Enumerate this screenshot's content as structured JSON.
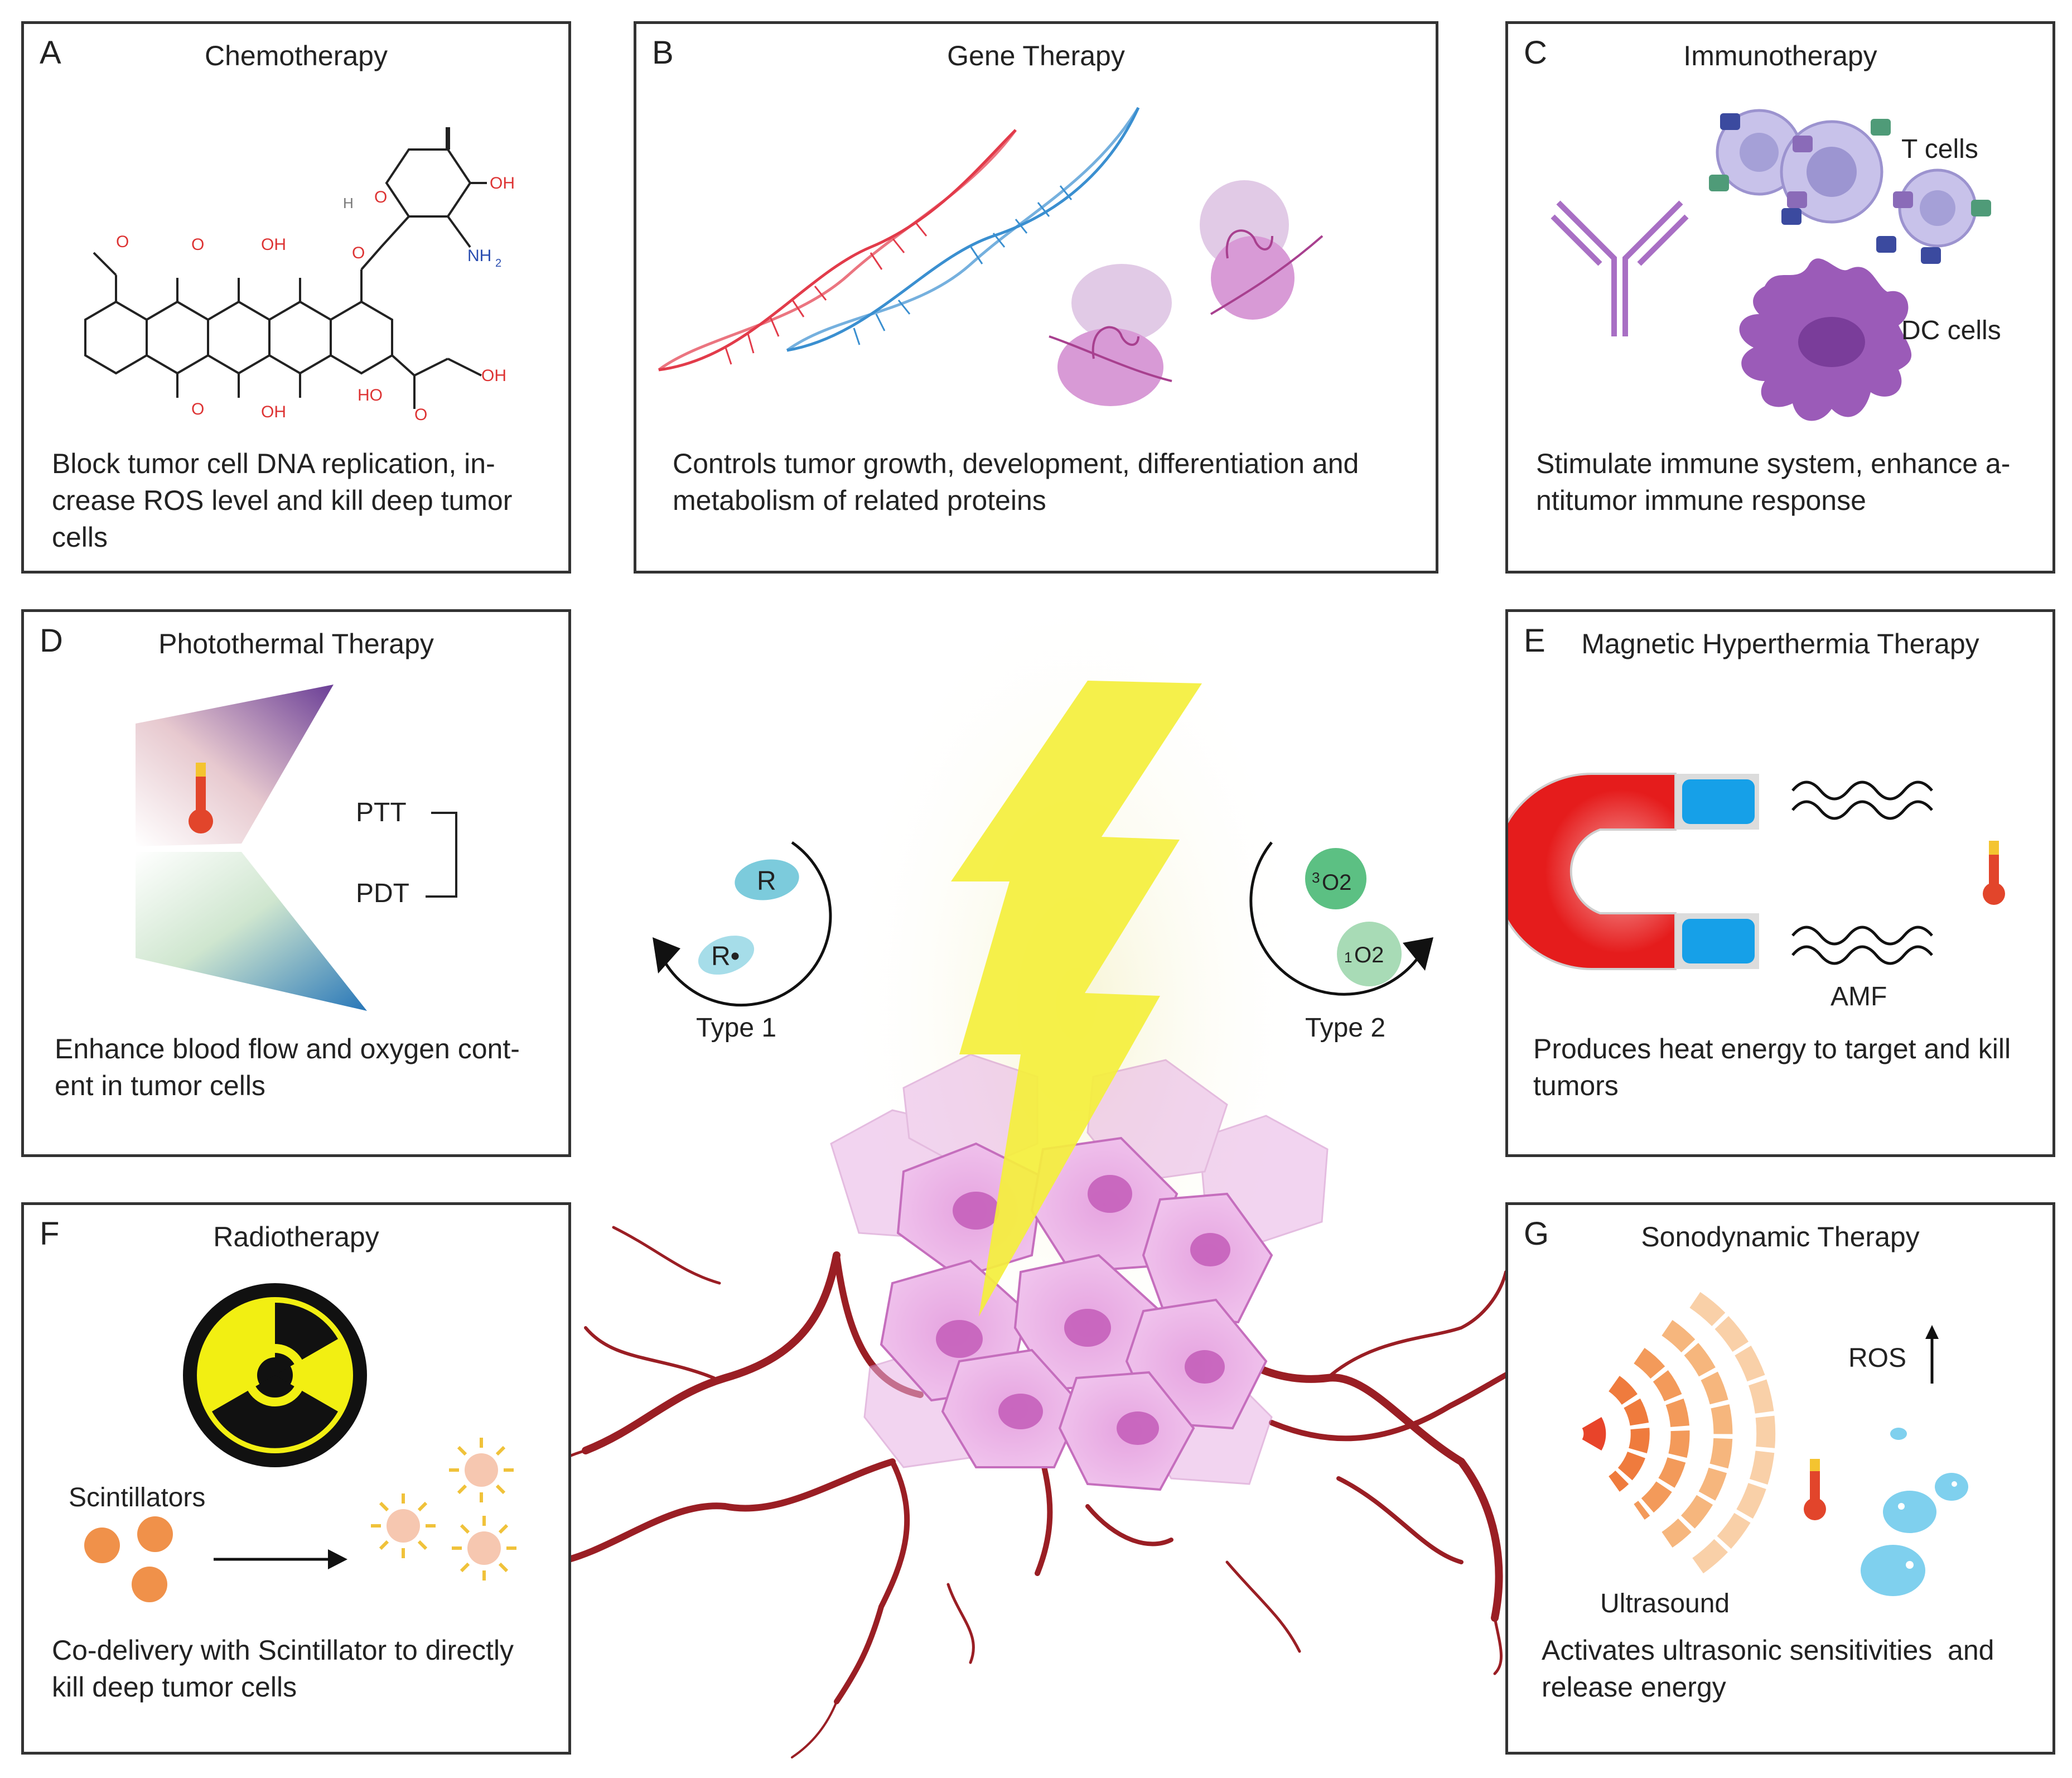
{
  "panels": {
    "a": {
      "letter": "A",
      "title": "Chemotherapy",
      "desc": "Block tumor cell DNA replication, in-crease ROS level and kill deep tumor cells",
      "chem_labels": {
        "o": "O",
        "oh": "OH",
        "nh2": "NH",
        "nh2_sub": "2",
        "h": "H",
        "ho": "HO"
      }
    },
    "b": {
      "letter": "B",
      "title": "Gene Therapy",
      "desc": "Controls tumor growth, development, differentiation and metabolism of related proteins"
    },
    "c": {
      "letter": "C",
      "title": "Immunotherapy",
      "t_cells": "T cells",
      "dc_cells": "DC cells",
      "desc": "Stimulate immune system, enhance a-ntitumor immune response"
    },
    "d": {
      "letter": "D",
      "title": "Photothermal Therapy",
      "ptt": "PTT",
      "pdt": "PDT",
      "desc": "Enhance blood flow and oxygen cont-ent in tumor cells"
    },
    "e": {
      "letter": "E",
      "title": "Magnetic Hyperthermia Therapy",
      "amf": "AMF",
      "desc": "Produces heat energy to target and kill tumors"
    },
    "f": {
      "letter": "F",
      "title": "Radiotherapy",
      "scintillators": "Scintillators",
      "desc": "Co-delivery with Scintillator to directly kill deep tumor cells"
    },
    "g": {
      "letter": "G",
      "title": "Sonodynamic Therapy",
      "ros": "ROS",
      "ultrasound": "Ultrasound",
      "desc": "Activates ultrasonic sensitivities  and release energy"
    }
  },
  "center": {
    "type1": {
      "label": "Type 1",
      "r": "R",
      "r_radical": "R•"
    },
    "type2": {
      "label": "Type 2",
      "triplet_sup": "3",
      "singlet_sup": "1",
      "o2": "O2"
    }
  },
  "colors": {
    "panel_border": "#333333",
    "dna_red": "#e23b4a",
    "dna_blue": "#3a8fd0",
    "protein_pink": "#d89ad6",
    "tcell_lilac": "#b9b0e0",
    "dc_purple": "#9b5bb8",
    "lightning_yellow": "#f4ef3c",
    "tumor_pink": "#d98ad0",
    "vessel_red": "#9a1e24",
    "magnet_red": "#e51c1c",
    "magnet_blue": "#16a0e8",
    "radiation_yellow": "#f2ef12",
    "ultrasound_orange": "#ef7b3d",
    "bubble_blue": "#7fd0ee"
  }
}
